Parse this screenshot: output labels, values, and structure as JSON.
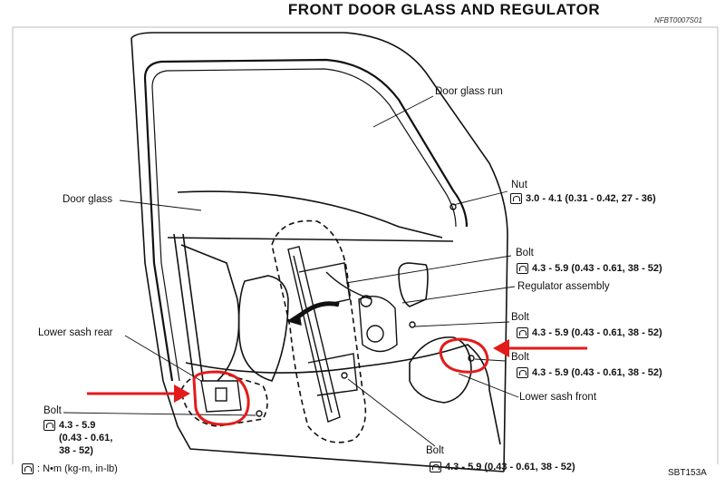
{
  "title": "FRONT DOOR GLASS AND REGULATOR",
  "ref_code": "NFBT0007S01",
  "figure_code": "SBT153A",
  "labels": {
    "door_glass_run": "Door glass run",
    "door_glass": "Door glass",
    "nut": "Nut",
    "bolt_upper": "Bolt",
    "regulator_assembly": "Regulator assembly",
    "bolt_mid": "Bolt",
    "lower_sash_rear": "Lower sash rear",
    "bolt_right_lower": "Bolt",
    "lower_sash_front": "Lower sash front",
    "bolt_left": "Bolt",
    "bolt_bottom": "Bolt"
  },
  "torques": {
    "nut": "3.0 - 4.1 (0.31 - 0.42, 27 - 36)",
    "bolt_upper": "4.3 - 5.9 (0.43 - 0.61, 38 - 52)",
    "bolt_mid": "4.3 - 5.9 (0.43 - 0.61, 38 - 52)",
    "bolt_right_lower": "4.3 - 5.9 (0.43 - 0.61, 38 - 52)",
    "bolt_left_line1": "4.3 - 5.9",
    "bolt_left_line2": "(0.43 - 0.61,",
    "bolt_left_line3": "38 - 52)",
    "bolt_bottom": "4.3 - 5.9 (0.43 - 0.61, 38 - 52)"
  },
  "legend": ": N•m (kg-m, in-lb)",
  "icons": [
    "torque-wrench-icon"
  ],
  "colors": {
    "annotation": "#e31b1b",
    "line": "#111111"
  }
}
